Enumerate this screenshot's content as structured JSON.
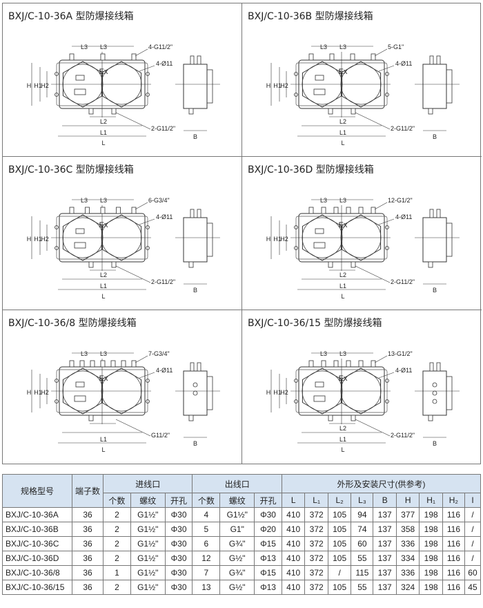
{
  "diagrams": [
    {
      "title": "BXJ/C-10-36A 型防爆接线箱",
      "gland_top": "4-G11/2\"",
      "holes": "4-Ø11",
      "gland_bottom": "2-G11/2\"",
      "ex": "Ex",
      "l3": "L3",
      "l2": "L2",
      "l1": "L1",
      "l": "L",
      "h": "H",
      "h1": "H1",
      "h2": "H2",
      "b": "B"
    },
    {
      "title": "BXJ/C-10-36B 型防爆接线箱",
      "gland_top": "5-G1\"",
      "holes": "4-Ø11",
      "gland_bottom": "2-G11/2\"",
      "ex": "Ex",
      "l3": "L3",
      "l2": "L2",
      "l1": "L1",
      "l": "L",
      "h": "H",
      "h1": "H1",
      "h2": "H2",
      "b": "B"
    },
    {
      "title": "BXJ/C-10-36C 型防爆接线箱",
      "gland_top": "6-G3/4\"",
      "holes": "4-Ø11",
      "gland_bottom": "2-G11/2\"",
      "ex": "Ex",
      "l3": "L3",
      "l2": "L2",
      "l1": "L1",
      "l": "L",
      "h": "H",
      "h1": "H1",
      "h2": "H2",
      "b": "B"
    },
    {
      "title": "BXJ/C-10-36D 型防爆接线箱",
      "gland_top": "12-G1/2\"",
      "holes": "4-Ø11",
      "gland_bottom": "2-G11/2\"",
      "ex": "Ex",
      "l3": "L3",
      "l2": "L2",
      "l1": "L1",
      "l": "L",
      "h": "H",
      "h1": "H1",
      "h2": "H2",
      "b": "B"
    },
    {
      "title": "BXJ/C-10-36/8 型防爆接线箱",
      "gland_top": "7-G3/4\"",
      "holes": "4-Ø11",
      "gland_bottom": "G11/2\"",
      "ex": "Ex",
      "l3": "L3",
      "l2": "",
      "l1": "L1",
      "l": "L",
      "h": "H",
      "h1": "H1",
      "h2": "H2",
      "b": "B"
    },
    {
      "title": "BXJ/C-10-36/15 型防爆接线箱",
      "gland_top": "13-G1/2\"",
      "holes": "4-Ø11",
      "gland_bottom": "2-G11/2\"",
      "ex": "Ex",
      "l3": "L3",
      "l2": "L2",
      "l1": "L1",
      "l": "L",
      "h": "H",
      "h1": "H1",
      "h2": "H2",
      "b": "B"
    }
  ],
  "table": {
    "head": {
      "model": "规格型号",
      "terminals": "端子数",
      "inlet": "进线口",
      "outlet": "出线口",
      "dims": "外形及安装尺寸(供参考)",
      "count": "个数",
      "thread": "螺纹",
      "hole": "开孔",
      "L": "L",
      "L1": "L₁",
      "L2": "L₂",
      "L3": "L₃",
      "B": "B",
      "H": "H",
      "H1": "H₁",
      "H2": "H₂",
      "I": "I"
    },
    "rows": [
      [
        "BXJ/C-10-36A",
        "36",
        "2",
        "G1½\"",
        "Φ30",
        "4",
        "G1½\"",
        "Φ30",
        "410",
        "372",
        "105",
        "94",
        "137",
        "377",
        "198",
        "116",
        "/"
      ],
      [
        "BXJ/C-10-36B",
        "36",
        "2",
        "G1½\"",
        "Φ30",
        "5",
        "G1\"",
        "Φ20",
        "410",
        "372",
        "105",
        "74",
        "137",
        "358",
        "198",
        "116",
        "/"
      ],
      [
        "BXJ/C-10-36C",
        "36",
        "2",
        "G1½\"",
        "Φ30",
        "6",
        "G¾\"",
        "Φ15",
        "410",
        "372",
        "105",
        "60",
        "137",
        "336",
        "198",
        "116",
        "/"
      ],
      [
        "BXJ/C-10-36D",
        "36",
        "2",
        "G1½\"",
        "Φ30",
        "12",
        "G½\"",
        "Φ13",
        "410",
        "372",
        "105",
        "55",
        "137",
        "334",
        "198",
        "116",
        "/"
      ],
      [
        "BXJ/C-10-36/8",
        "36",
        "1",
        "G1½\"",
        "Φ30",
        "7",
        "G¾\"",
        "Φ15",
        "410",
        "372",
        "/",
        "115",
        "137",
        "336",
        "198",
        "116",
        "60"
      ],
      [
        "BXJ/C-10-36/15",
        "36",
        "2",
        "G1½\"",
        "Φ30",
        "13",
        "G½\"",
        "Φ13",
        "410",
        "372",
        "105",
        "55",
        "137",
        "324",
        "198",
        "116",
        "45"
      ]
    ]
  }
}
